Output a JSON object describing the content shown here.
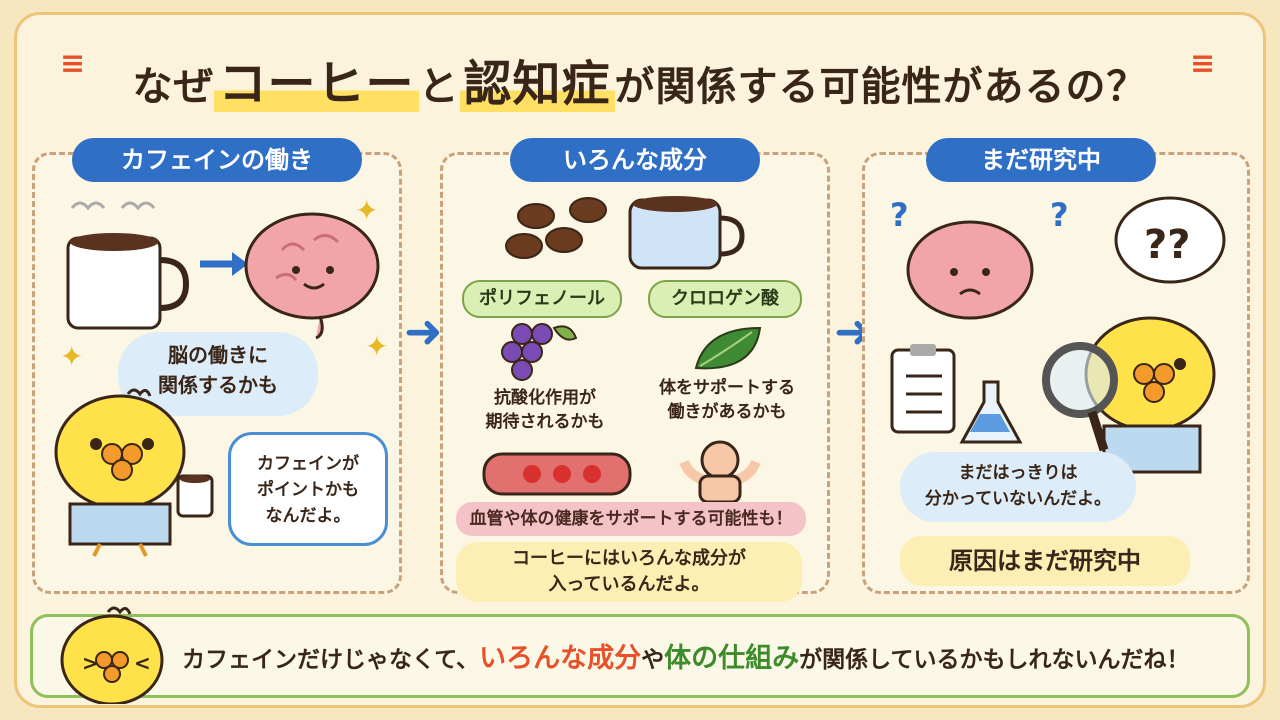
{
  "colors": {
    "accent_blue": "#2f6fc5",
    "highlight_red": "#e8502a",
    "highlight_green": "#3d8b2a",
    "frame_orange": "#f0c37a"
  },
  "title": {
    "part1": "なぜ",
    "part2": "コーヒー",
    "part3": "と",
    "part4": "認知症",
    "part5": "が関係する可能性があるの？"
  },
  "panels": {
    "caffeine": {
      "title": "カフェインの働き",
      "cloud": "脳の働きに\n関係するかも",
      "bubble": "カフェインが\nポイントかも\nなんだよ。"
    },
    "ingredients": {
      "title": "いろんな成分",
      "tag_left": "ポリフェノール",
      "tag_right": "クロロゲン酸",
      "text_left": "抗酸化作用が\n期待されるかも",
      "text_right": "体をサポートする\n働きがあるかも",
      "pink": "血管や体の健康をサポートする可能性も！",
      "note": "コーヒーにはいろんな成分が\n入っているんだよ。"
    },
    "research": {
      "title": "まだ研究中",
      "cloud": "まだはっきりは\n分かっていないんだよ。",
      "box": "原因はまだ研究中"
    }
  },
  "bottom": {
    "part1": "カフェインだけじゃなくて、",
    "part2": "いろんな成分",
    "part3": "や",
    "part4": "体の仕組み",
    "part5": "が関係しているかもしれないんだね！"
  }
}
